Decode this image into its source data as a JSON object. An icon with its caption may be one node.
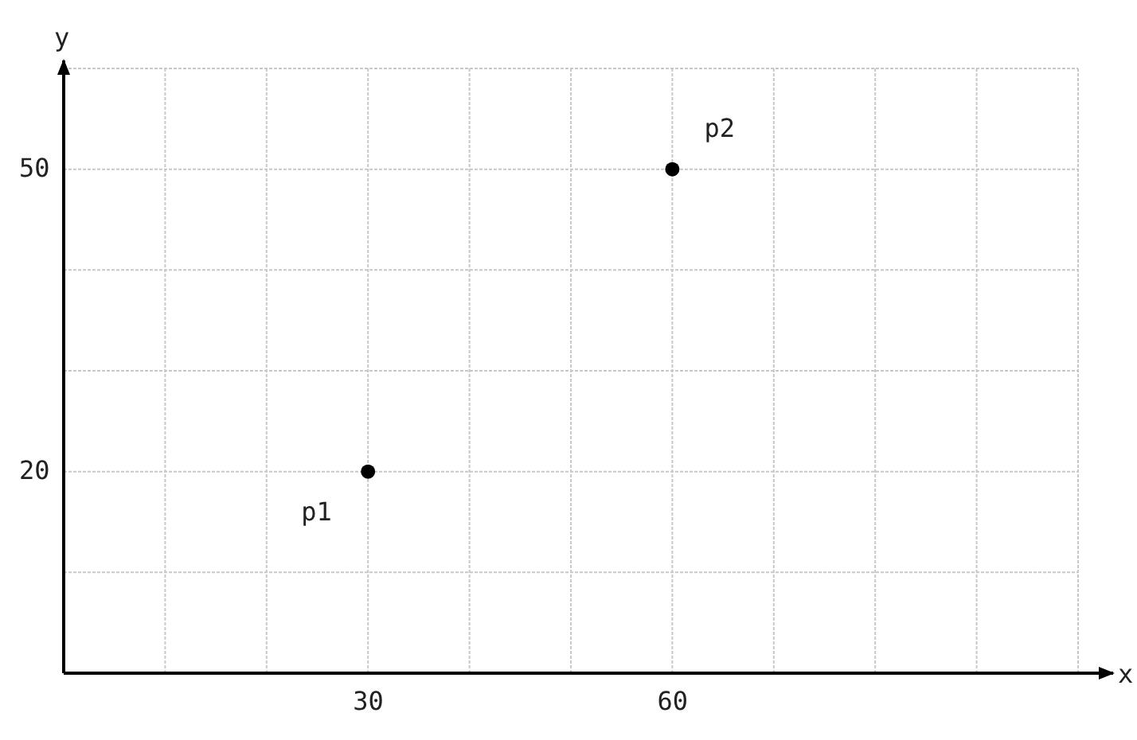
{
  "diagram": {
    "chart_data": {
      "type": "scatter",
      "xlabel": "x",
      "ylabel": "y",
      "xlim": [
        0,
        100
      ],
      "ylim": [
        0,
        60
      ],
      "xticks": [
        30,
        60
      ],
      "yticks": [
        20,
        50
      ],
      "grid": true,
      "x": [
        30,
        60
      ],
      "series": [
        {
          "values": [
            20,
            50
          ]
        }
      ],
      "annotations": [
        "p1",
        "p2"
      ]
    }
  }
}
